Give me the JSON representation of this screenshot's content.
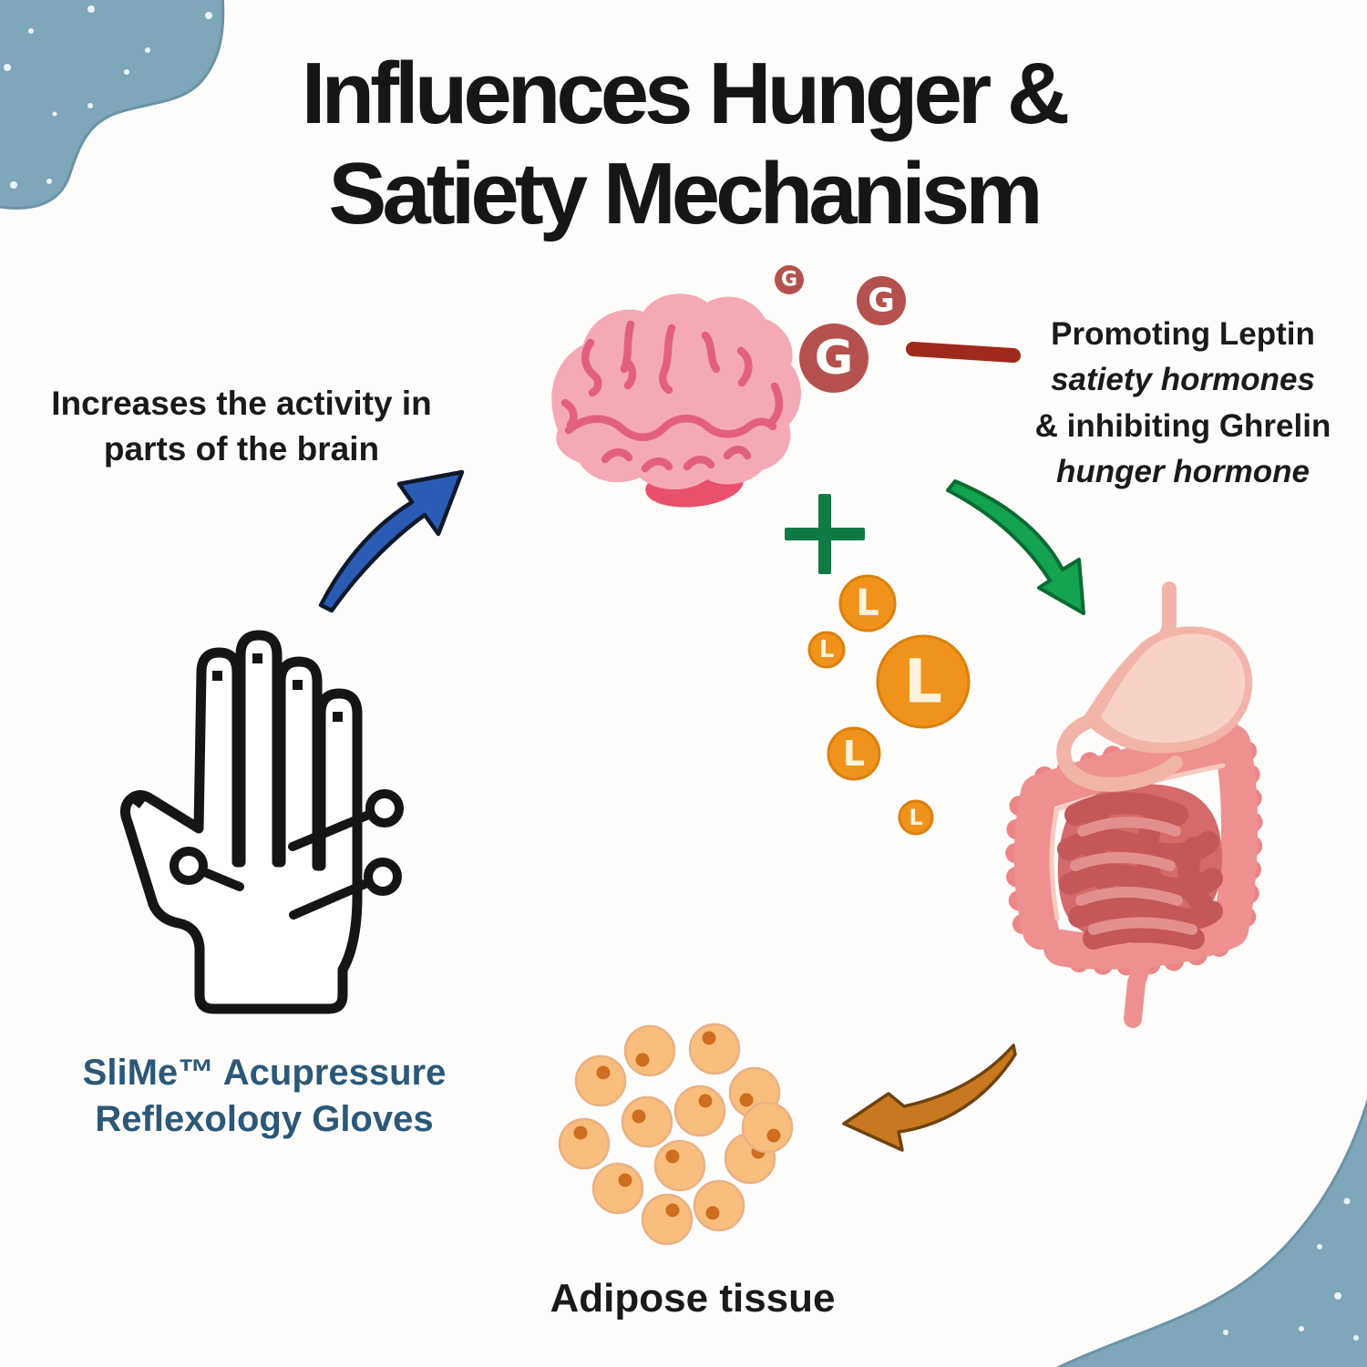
{
  "title": {
    "line1": "Influences Hunger &",
    "line2": "Satiety Mechanism"
  },
  "notes": {
    "brain": {
      "line1": "Increases the activity in",
      "line2": "parts of the brain"
    },
    "hormones": {
      "line1": "Promoting Leptin",
      "line2": "satiety hormones",
      "line3": "& inhibiting Ghrelin",
      "line4": "hunger hormone"
    }
  },
  "captions": {
    "gloves": {
      "line1": "SliMe™ Acupressure",
      "line2": "Reflexology Gloves"
    },
    "adipose": "Adipose tissue"
  },
  "molecules": {
    "ghrelin_letter": "G",
    "leptin_letter": "L",
    "plus_sign": "+"
  },
  "icons": {
    "brain": "brain-illustration",
    "digestive": "digestive-system-illustration",
    "glove": "acupressure-glove-icon",
    "fat": "fat-cells-cluster",
    "arrow_blue": "curved-arrow-up-right",
    "arrow_green": "curved-arrow-down-right",
    "arrow_orange": "curved-arrow-down-left",
    "minus": "minus-dash",
    "plus": "plus-sign"
  },
  "colors": {
    "blob": "#7ea7ba",
    "blob_edge": "#6b93a6",
    "title_ink": "#161616",
    "ink": "#1a1a1a",
    "gloves_blue": "#2b5878",
    "brain_fill": "#f5a9b6",
    "brain_line": "#e2607f",
    "cerebellum": "#e8506b",
    "ghrelin": "#b5514c",
    "ghrelin_text": "#ffffff",
    "minus_red": "#9e2a1b",
    "plus_green": "#107a45",
    "leptin": "#f0931d",
    "leptin_edge": "#db800c",
    "leptin_text": "#fdf3da",
    "arrow_blue": "#2a5cb5",
    "arrow_blue_edge": "#10192b",
    "arrow_green": "#13a24f",
    "arrow_green_edge": "#0a6b33",
    "arrow_orange": "#c8791f",
    "arrow_orange_edge": "#6e4310",
    "fat_fill": "#f9bd7e",
    "fat_edge": "#e8b184",
    "fat_dot": "#ce6e1e",
    "gut_pale": "#f2b4a9",
    "gut_pale_inner": "#f8d2c6",
    "colon": "#ee9090",
    "colon_bead": "#ea8686",
    "colon_highlight": "#f9c9c1",
    "si_base": "#d46a6a",
    "si_dark": "#c45858",
    "si_light": "#e28f8f",
    "hand_ink": "#151515"
  }
}
